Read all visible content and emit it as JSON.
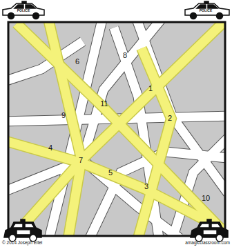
{
  "diagram": {
    "labels": [
      "POLICE",
      "POLICE",
      "8",
      "6",
      "1",
      "9",
      "11",
      "2",
      "4",
      "7",
      "5",
      "3",
      "10",
      "© 2014 Joseph Eitel",
      "amagicclassroom.com"
    ]
  }
}
